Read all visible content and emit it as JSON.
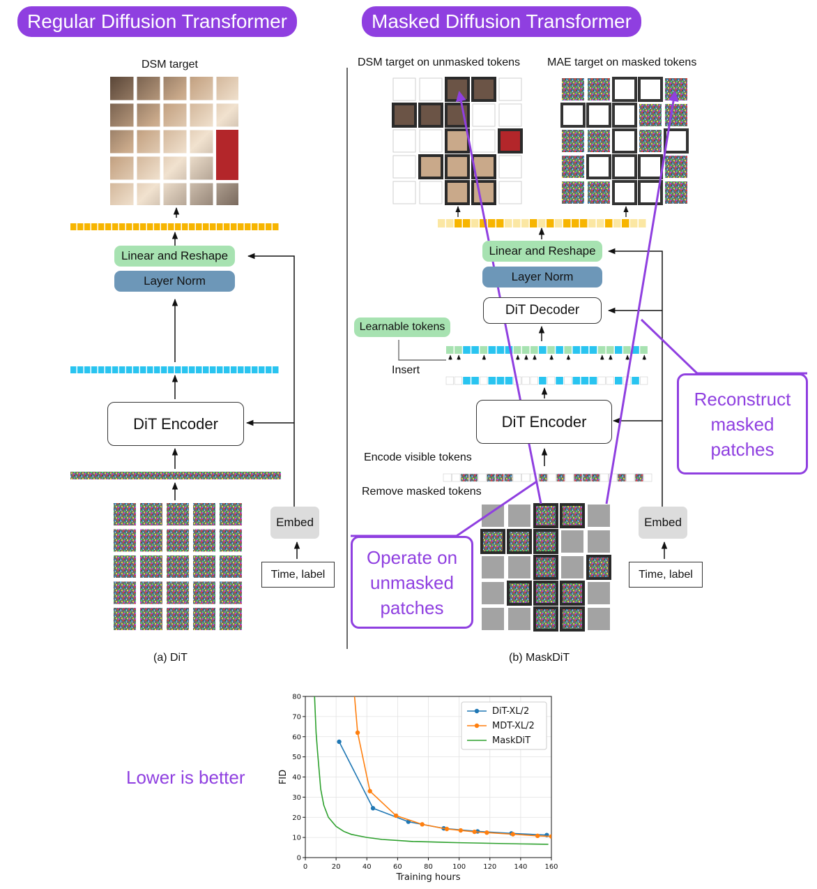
{
  "headers": {
    "left": "Regular Diffusion Transformer",
    "right": "Masked Diffusion Transformer"
  },
  "dit": {
    "target_label": "DSM target",
    "linear_reshape": "Linear and Reshape",
    "layer_norm": "Layer Norm",
    "encoder": "DiT Encoder",
    "embed": "Embed",
    "time_label": "Time, label",
    "caption": "(a) DiT"
  },
  "maskdit": {
    "dsm_target_label": "DSM target on unmasked tokens",
    "mae_target_label": "MAE target on masked tokens",
    "linear_reshape": "Linear and Reshape",
    "layer_norm": "Layer Norm",
    "decoder": "DiT Decoder",
    "learnable_tokens": "Learnable tokens",
    "insert_label": "Insert",
    "encoder": "DiT Encoder",
    "encode_visible_label": "Encode visible tokens",
    "remove_masked_label": "Remove masked tokens",
    "embed": "Embed",
    "time_label": "Time, label",
    "caption": "(b) MaskDiT"
  },
  "annotations": {
    "reconstruct": "Reconstruct masked patches",
    "operate": "Operate on unmasked patches",
    "lower_better": "Lower is better"
  },
  "colors": {
    "accent": "#8f3fe0",
    "token_yellow": "#f7b500",
    "token_cyan": "#29c4f0",
    "token_green": "#a7e2b1",
    "dit_series": "#1f77b4",
    "mdt_series": "#ff7f0e",
    "maskdit_series": "#2ca02c"
  },
  "chart_data": {
    "type": "line",
    "title": "",
    "xlabel": "Training hours",
    "ylabel": "FID",
    "xlim": [
      0,
      160
    ],
    "ylim": [
      0,
      80
    ],
    "xticks": [
      0,
      20,
      40,
      60,
      80,
      100,
      120,
      140,
      160
    ],
    "yticks": [
      0,
      10,
      20,
      30,
      40,
      50,
      60,
      70,
      80
    ],
    "grid": true,
    "legend": "top-right",
    "series": [
      {
        "name": "DiT-XL/2",
        "markers": true,
        "x": [
          22,
          44,
          67,
          90,
          112,
          134,
          157
        ],
        "y": [
          57.5,
          24.5,
          17.8,
          14.5,
          13,
          12,
          11.2
        ]
      },
      {
        "name": "MDT-XL/2",
        "markers": true,
        "x": [
          32,
          34,
          42,
          59,
          76,
          92,
          101,
          110,
          118,
          135,
          151,
          160
        ],
        "y": [
          80,
          62,
          33,
          20.8,
          16.5,
          14.2,
          13.5,
          12.8,
          12.4,
          11.6,
          10.8,
          10.5
        ]
      },
      {
        "name": "MaskDiT",
        "markers": false,
        "x": [
          6,
          7,
          8,
          10,
          12,
          15,
          20,
          25,
          30,
          40,
          50,
          60,
          70,
          80,
          100,
          120,
          140,
          158
        ],
        "y": [
          80,
          62,
          52,
          34,
          26,
          20,
          15.5,
          13,
          11.5,
          10,
          9,
          8.5,
          8,
          7.8,
          7.4,
          7.1,
          6.8,
          6.6
        ]
      }
    ]
  }
}
